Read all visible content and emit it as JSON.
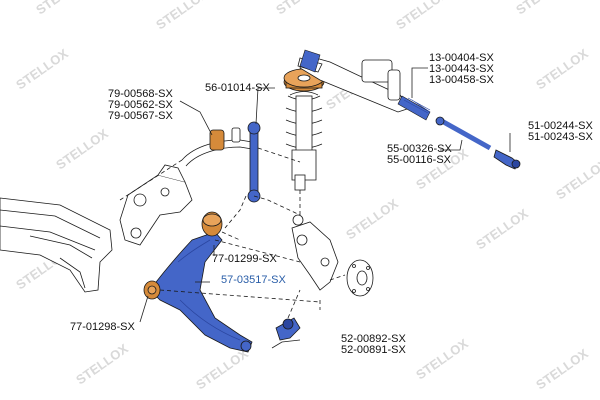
{
  "watermark": "STELLOX",
  "colors": {
    "part_fill": "#ffffff",
    "part_stroke": "#1a1a1a",
    "highlight_blue": "#4466c8",
    "highlight_blue_dark": "#2b46a0",
    "highlight_orange": "#d58a3a",
    "leader_line": "#222222",
    "accent_label": "#2a5ea8",
    "watermark": "#d9d9d9"
  },
  "labels": {
    "steering_rack": [
      "13-00404-SX",
      "13-00443-SX",
      "13-00458-SX"
    ],
    "tie_rod_end": [
      "51-00244-SX",
      "51-00243-SX"
    ],
    "tie_rod": [
      "55-00326-SX",
      "55-00116-SX"
    ],
    "stabilizer_link": "56-01014-SX",
    "stabilizer_bush": [
      "79-00568-SX",
      "79-00562-SX",
      "79-00567-SX"
    ],
    "control_arm_bush_rear": "77-01299-SX",
    "control_arm": "57-03517-SX",
    "control_arm_bush_front": "77-01298-SX",
    "ball_joint": [
      "52-00892-SX",
      "52-00891-SX"
    ]
  }
}
